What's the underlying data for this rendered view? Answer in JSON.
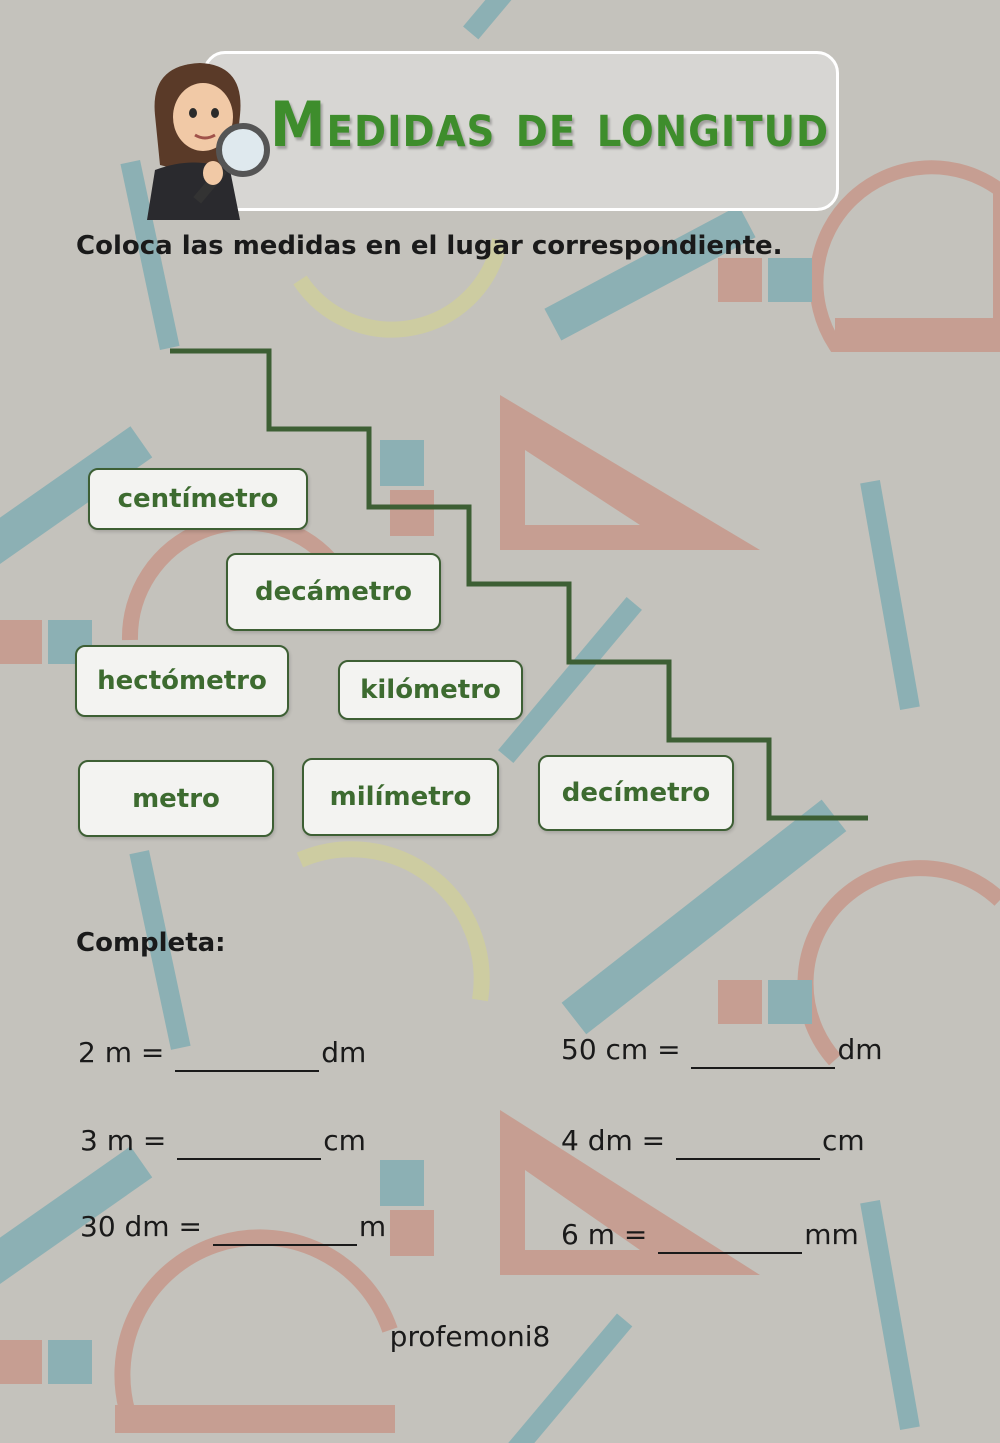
{
  "title": "Medidas de longitud",
  "instruction": "Coloca las medidas en el lugar correspondiente.",
  "words": [
    "centímetro",
    "decámetro",
    "hectómetro",
    "kilómetro",
    "metro",
    "milímetro",
    "decímetro"
  ],
  "complete_title": "Completa:",
  "exercises": [
    {
      "left": "2 m =",
      "unit": "dm",
      "answer": ""
    },
    {
      "left": "50 cm =",
      "unit": "dm",
      "answer": ""
    },
    {
      "left": "3 m =",
      "unit": "cm",
      "answer": ""
    },
    {
      "left": "4 dm =",
      "unit": "cm",
      "answer": ""
    },
    {
      "left": "30 dm =",
      "unit": "m",
      "answer": ""
    },
    {
      "left": "6 m =",
      "unit": "mm",
      "answer": ""
    }
  ],
  "footer": "profemoni8",
  "colors": {
    "title_green": "#3e8d2c",
    "stair_line": "#3d5f34",
    "card_text": "#3d6b30",
    "background": "#c4c2bc"
  },
  "icons": [
    "girl-with-magnifier-avatar",
    "ruler-icon",
    "protractor-icon",
    "pencil-icon",
    "set-square-icon",
    "eraser-icon"
  ]
}
